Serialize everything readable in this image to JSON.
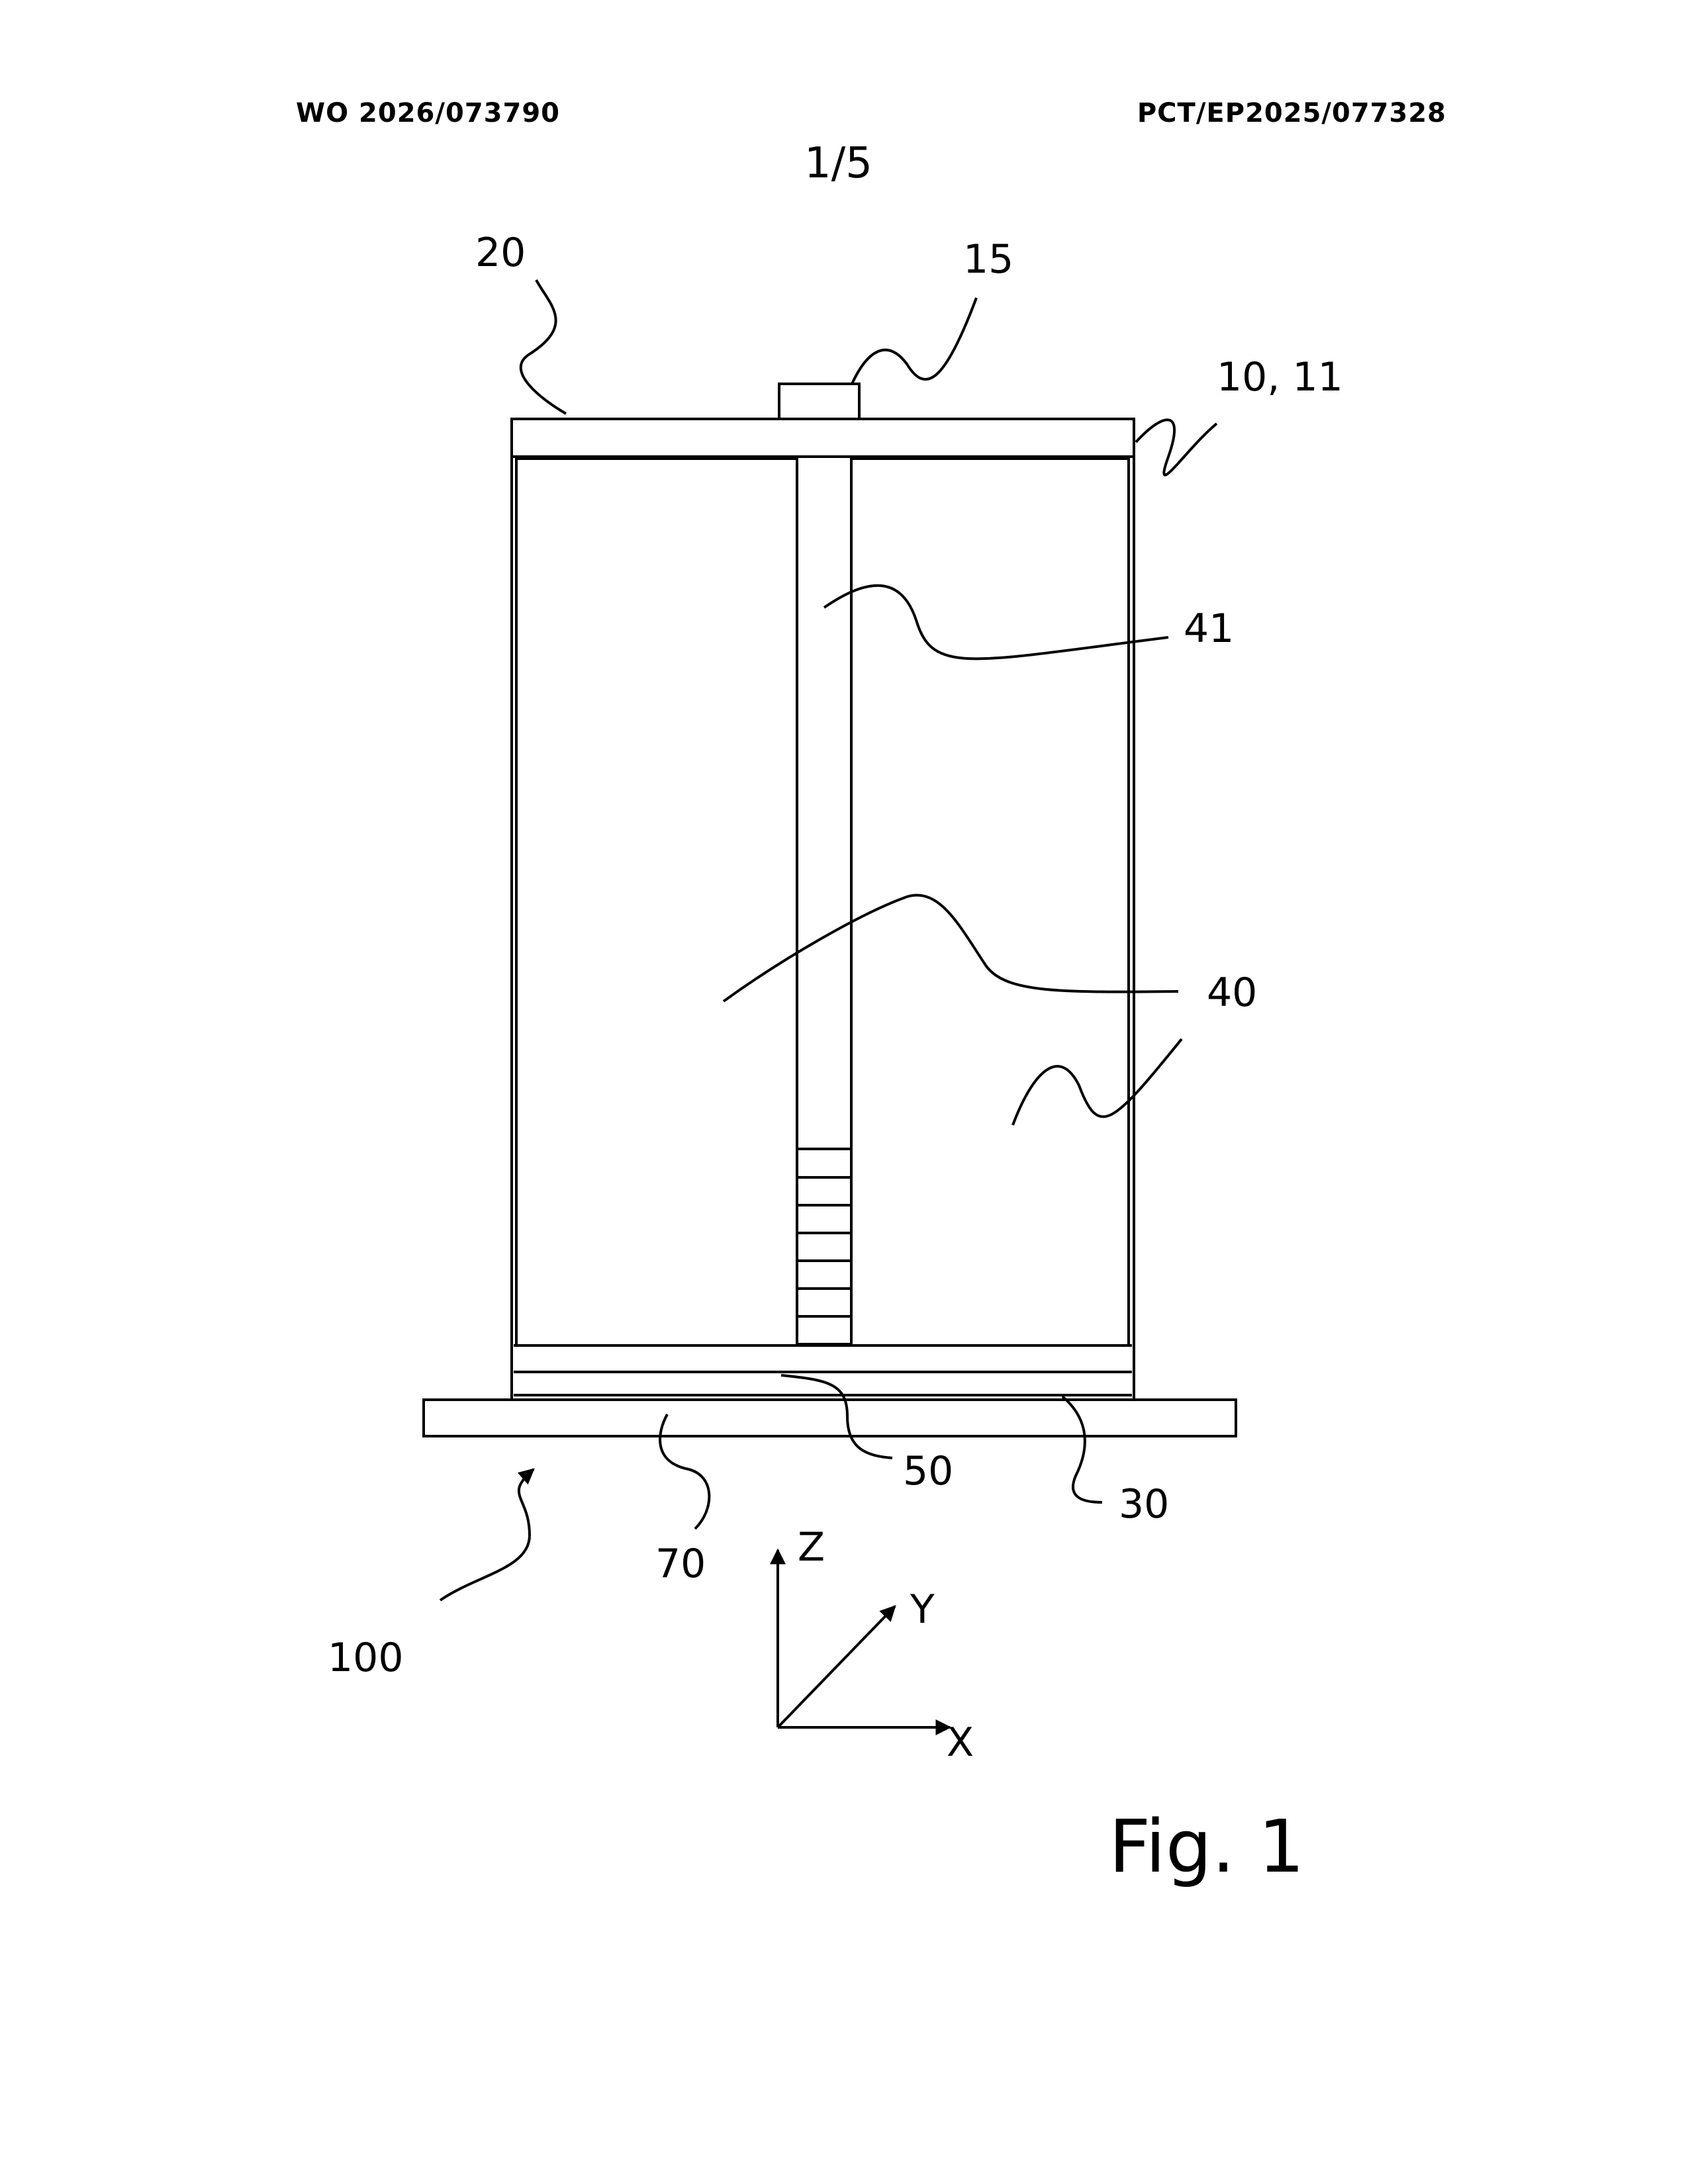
{
  "header": {
    "publication_number": "WO 2026/073790",
    "application_number": "PCT/EP2025/077328"
  },
  "sheet": "1/5",
  "figure": {
    "caption": "Fig. 1",
    "reference_numerals": {
      "label_20": "20",
      "label_15": "15",
      "label_10_11": "10, 11",
      "label_41": "41",
      "label_40": "40",
      "label_50": "50",
      "label_30": "30",
      "label_70": "70",
      "label_100": "100"
    },
    "axes": {
      "z": "Z",
      "y": "Y",
      "x": "X"
    }
  },
  "colors": {
    "ink": "#000000",
    "paper": "#ffffff"
  }
}
